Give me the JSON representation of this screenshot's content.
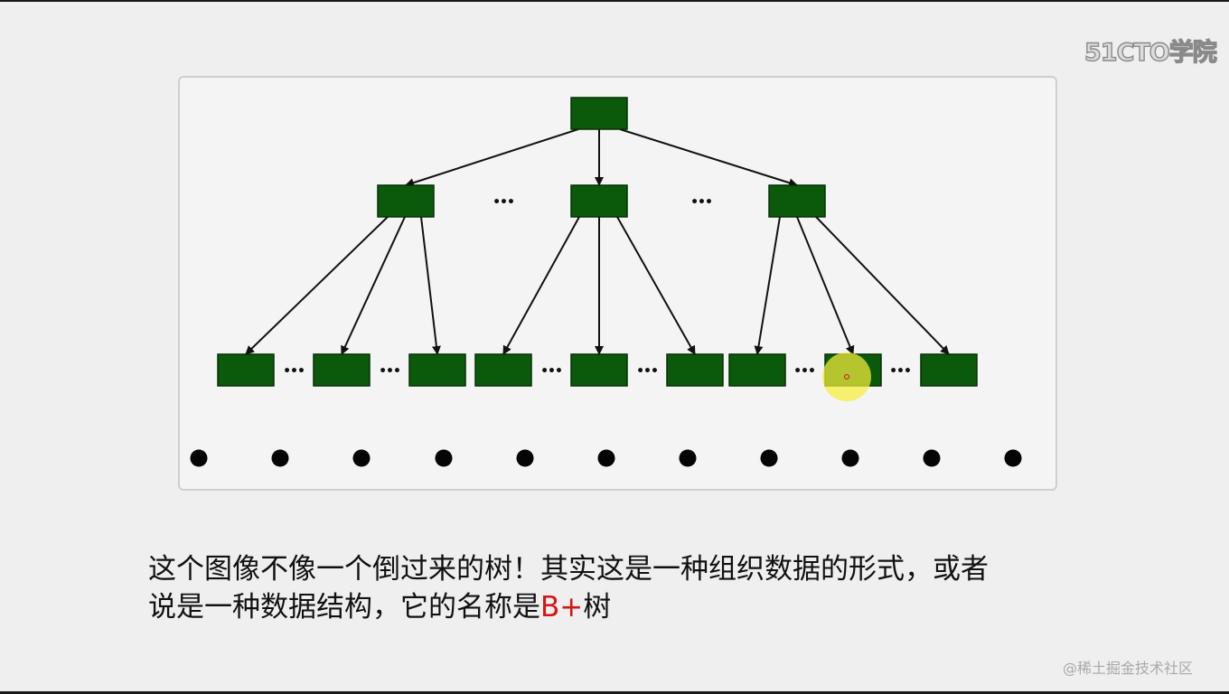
{
  "watermark": {
    "logo_text": "51CTO学院",
    "credit_text": "@稀土掘金技术社区"
  },
  "diagram": {
    "ellipsis": "•••",
    "node_color": "#0b5a0b",
    "node_border": "#062f06",
    "highlight_color": "#f5ee3a"
  },
  "caption": {
    "line1": "这个图像不像一个倒过来的树！其实这是一种组织数据的形式，或者",
    "line2_prefix": "说是一种数据结构，它的名称是",
    "line2_highlight": "B+",
    "line2_suffix": "树",
    "highlight_color": "#d81414"
  }
}
